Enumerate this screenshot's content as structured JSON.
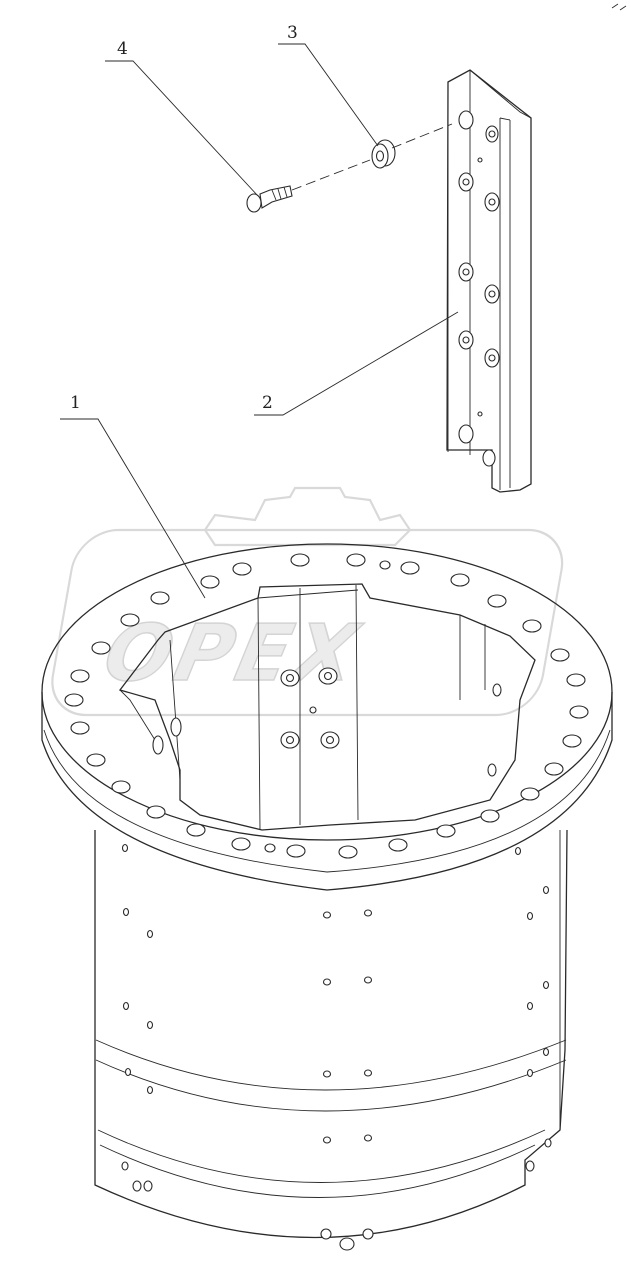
{
  "watermark": {
    "text": "OPEX"
  },
  "callouts": [
    {
      "id": "callout-1",
      "number": "1"
    },
    {
      "id": "callout-2",
      "number": "2"
    },
    {
      "id": "callout-3",
      "number": "3"
    },
    {
      "id": "callout-4",
      "number": "4"
    }
  ]
}
